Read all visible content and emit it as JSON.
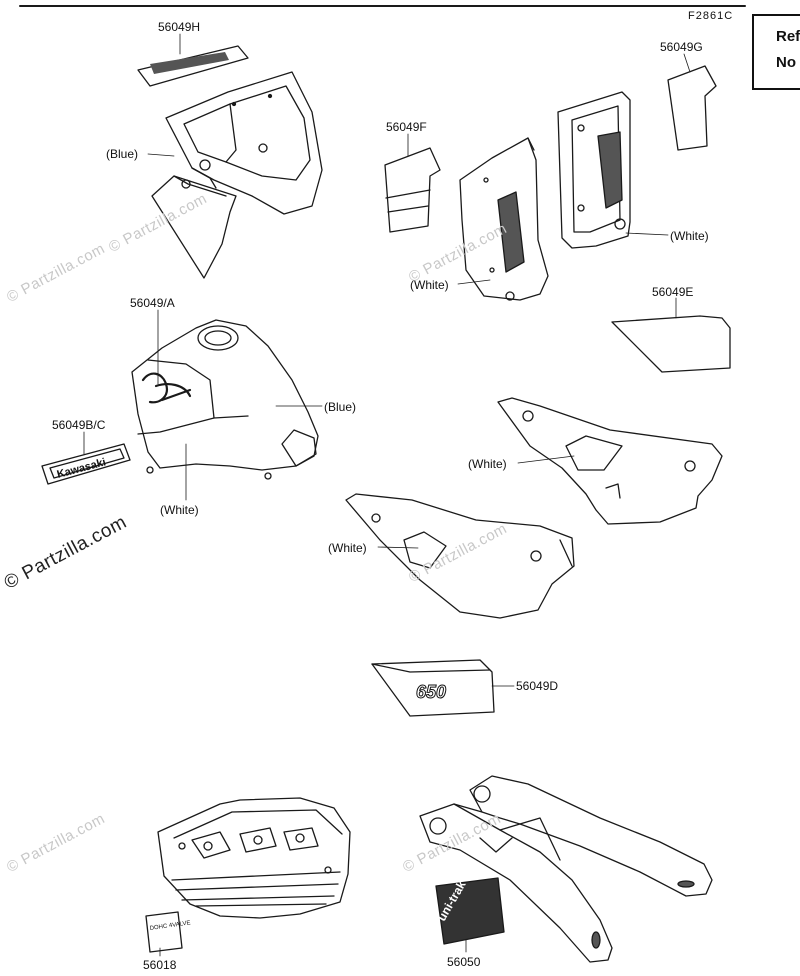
{
  "figure_number": "F2861C",
  "ref_box": {
    "line1": "Ref",
    "line2": "No"
  },
  "watermark_text": "© Partzilla.com",
  "parts": [
    {
      "key": "p56049H",
      "label": "56049H"
    },
    {
      "key": "p56049G",
      "label": "56049G"
    },
    {
      "key": "p56049F",
      "label": "56049F"
    },
    {
      "key": "p56049A",
      "label": "56049/A"
    },
    {
      "key": "p56049E",
      "label": "56049E"
    },
    {
      "key": "p56049BC",
      "label": "56049B/C"
    },
    {
      "key": "p56049D",
      "label": "56049D"
    },
    {
      "key": "p56018",
      "label": "56018"
    },
    {
      "key": "p56050",
      "label": "56050"
    }
  ],
  "colors_labels": {
    "blue_cowl": "(Blue)",
    "white_left_cover": "(White)",
    "white_right_cover": "(White)",
    "blue_tank": "(Blue)",
    "white_tank": "(White)",
    "white_side_upper": "(White)",
    "white_side_lower": "(White)"
  },
  "decal_text": {
    "kawasaki": "Kawasaki",
    "model_number": "650",
    "unitrak": "uni-trak",
    "dohc": "DOHC 4VALVE"
  },
  "colors": {
    "line": "#1a1a1a",
    "watermark": "#c8c8c8",
    "fill": "#ffffff",
    "dark": "#222222"
  }
}
